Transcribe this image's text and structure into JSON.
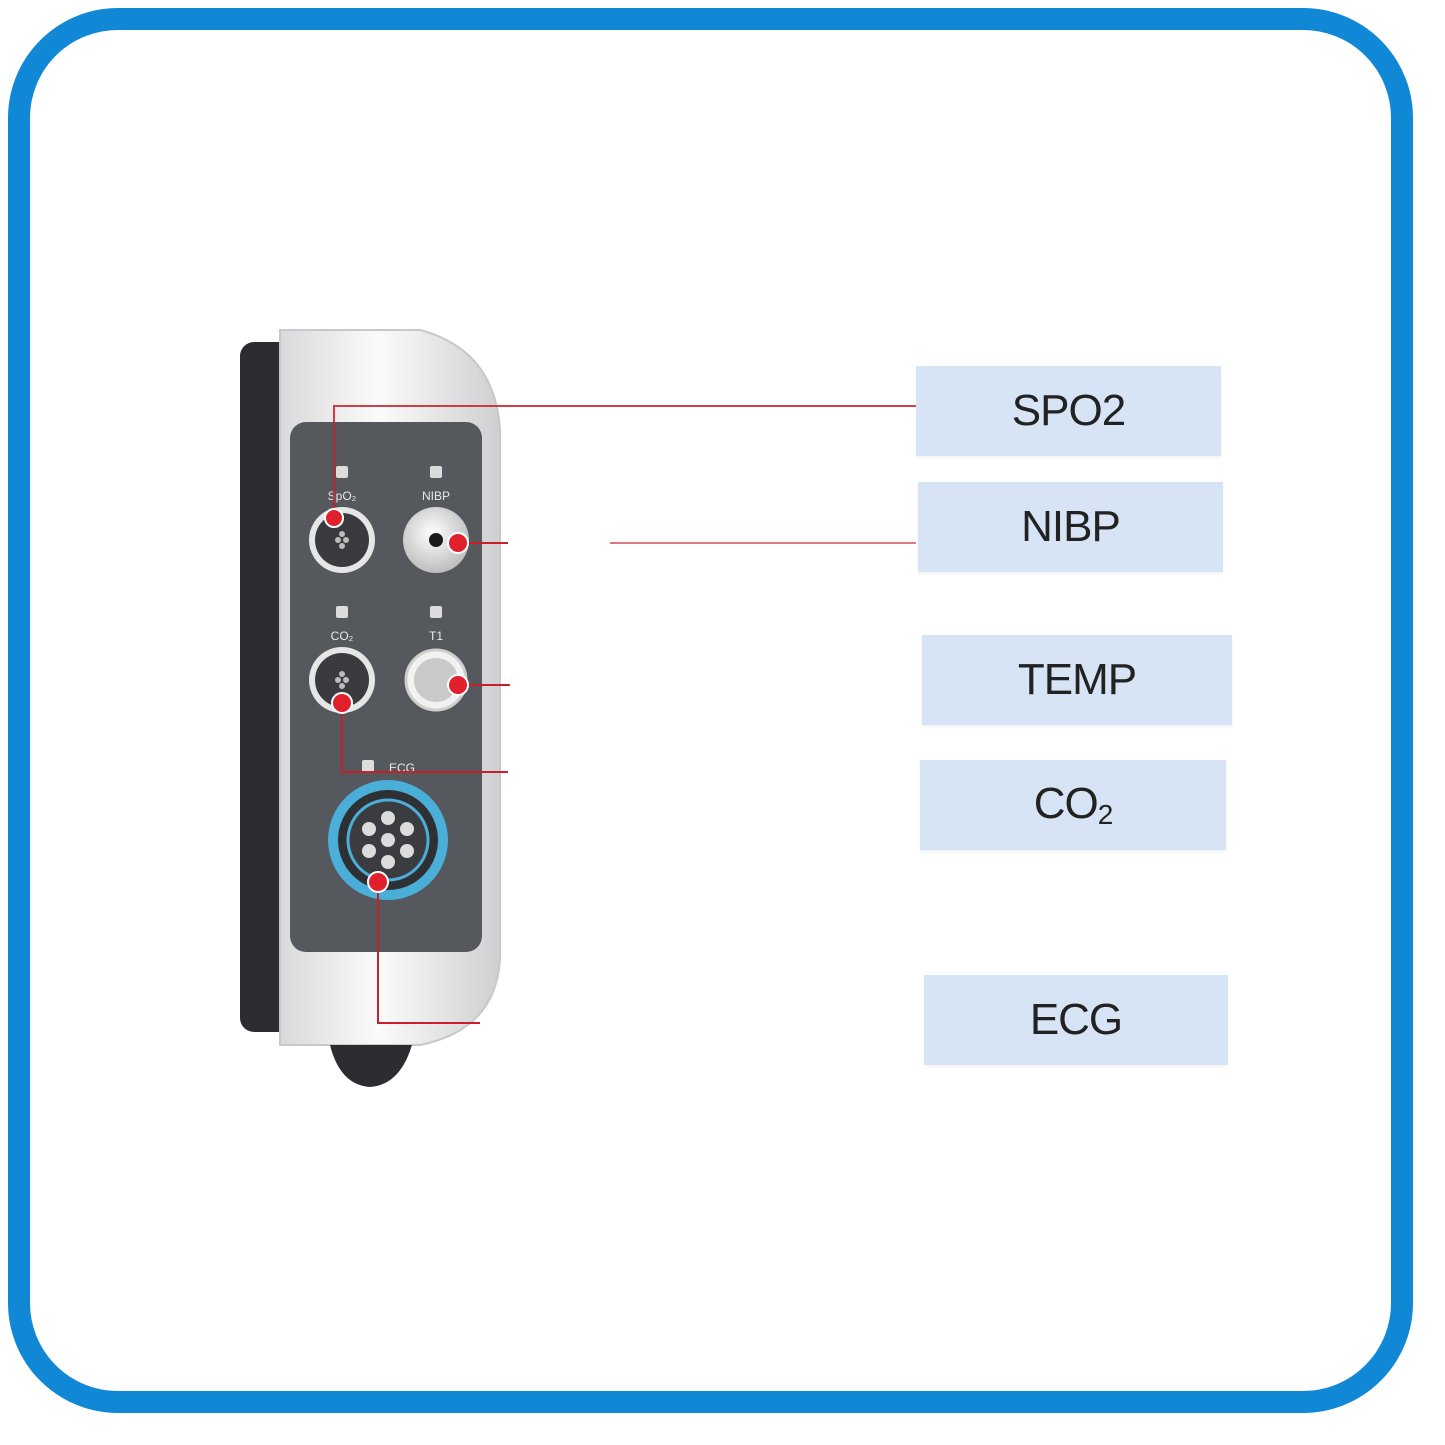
{
  "device": {
    "ports": [
      {
        "id": "spo2",
        "label": "SpO₂"
      },
      {
        "id": "nibp",
        "label": "NIBP"
      },
      {
        "id": "co2",
        "label": "CO₂"
      },
      {
        "id": "t1",
        "label": "T1"
      },
      {
        "id": "ecg",
        "label": "ECG"
      }
    ]
  },
  "callouts": [
    {
      "id": "spo2",
      "label": "SPO2"
    },
    {
      "id": "nibp",
      "label": "NIBP"
    },
    {
      "id": "temp",
      "label": "TEMP"
    },
    {
      "id": "co2",
      "label": "CO",
      "sub": "2"
    },
    {
      "id": "ecg",
      "label": "ECG"
    }
  ],
  "colors": {
    "frame": "#1188d6",
    "callout_bg": "#d6e4f5",
    "leader_line": "#c8202a",
    "panel": "#55585c",
    "ecg_ring": "#4aaed8"
  }
}
